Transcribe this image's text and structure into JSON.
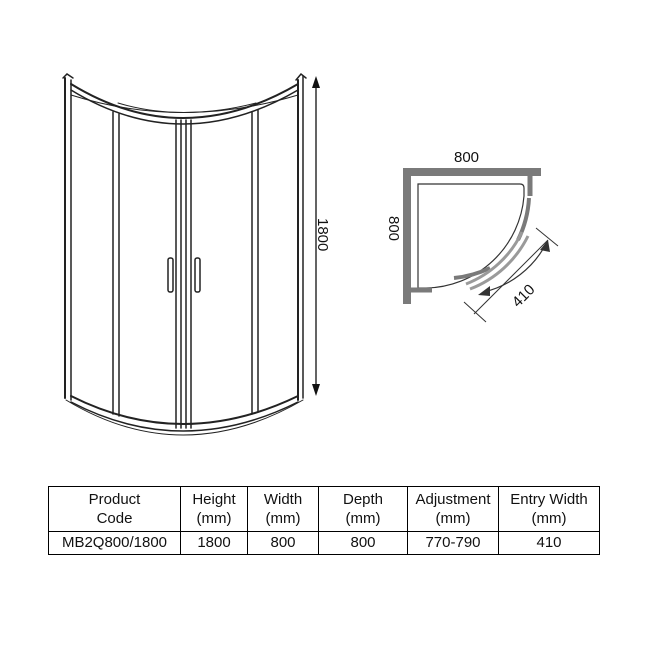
{
  "front_view": {
    "height_label": "1800"
  },
  "plan_view": {
    "width_label": "800",
    "depth_label": "800",
    "entry_label": "410"
  },
  "spec_table": {
    "headers": [
      {
        "line1": "Product",
        "line2": "Code"
      },
      {
        "line1": "Height",
        "line2": "(mm)"
      },
      {
        "line1": "Width",
        "line2": "(mm)"
      },
      {
        "line1": "Depth",
        "line2": "(mm)"
      },
      {
        "line1": "Adjustment",
        "line2": "(mm)"
      },
      {
        "line1": "Entry Width",
        "line2": "(mm)"
      }
    ],
    "rows": [
      [
        "MB2Q800/1800",
        "1800",
        "800",
        "800",
        "770-790",
        "410"
      ]
    ]
  }
}
